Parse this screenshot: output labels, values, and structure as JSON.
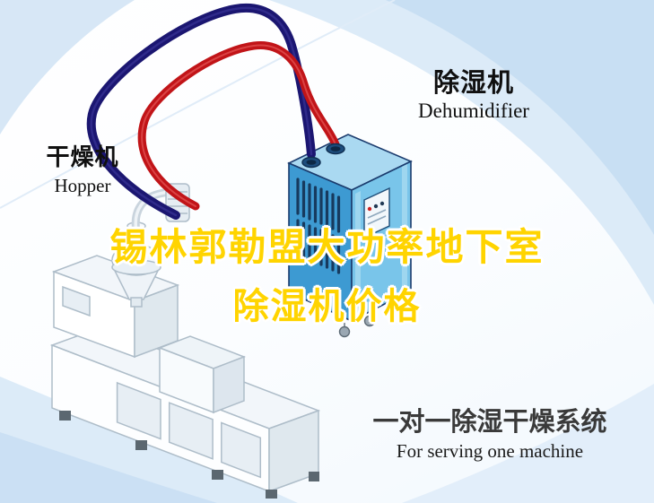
{
  "title": {
    "line1": "锡林郭勒盟大功率地下室",
    "line2": "除湿机价格"
  },
  "labels": {
    "dryer_zh": "干燥机",
    "dryer_en": "Hopper",
    "dehumidifier_zh": "除湿机",
    "dehumidifier_en": "Dehumidifier",
    "system_zh": "一对一除湿干燥系统",
    "system_en": "For serving one machine"
  },
  "colors": {
    "title_yellow": "#ffd400",
    "pipe_red": "#c11418",
    "pipe_navy": "#1b1671",
    "dh_front": "#3d9ad2",
    "dh_top": "#aad9f1",
    "dh_side": "#79c5ea",
    "swoosh_blue": "#cfe2f4",
    "label_black": "#101010",
    "system_gray": "#3a3a3a"
  },
  "graphics": {
    "extruder_machine": "white isometric dryer machine with hopper funnel",
    "dehumidifier_unit": "blue isometric dehumidifier cabinet on casters",
    "red_hose": "red connection hose",
    "navy_hose": "navy connection hose"
  }
}
